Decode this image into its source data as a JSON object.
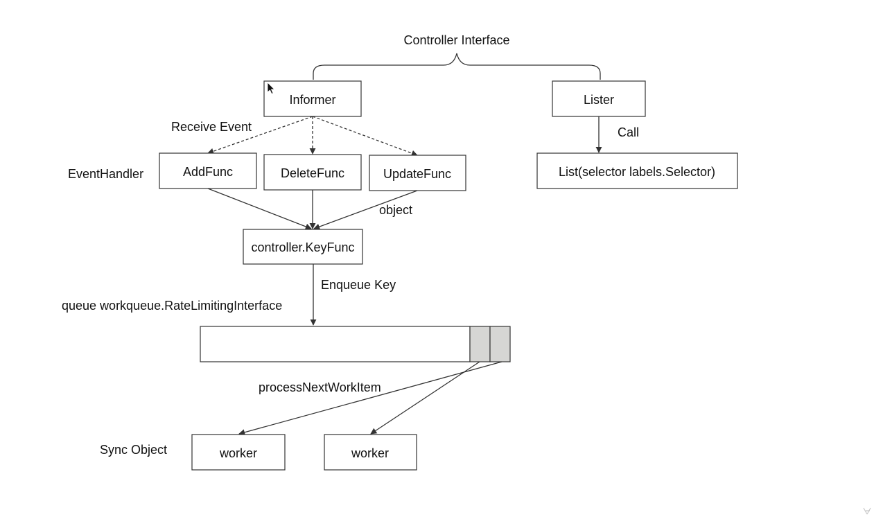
{
  "title": "Controller Interface",
  "nodes": {
    "informer": "Informer",
    "lister": "Lister",
    "add_func": "AddFunc",
    "delete_func": "DeleteFunc",
    "update_func": "UpdateFunc",
    "list_func": "List(selector labels.Selector)",
    "key_func": "controller.KeyFunc",
    "worker_1": "worker",
    "worker_2": "worker"
  },
  "labels": {
    "receive_event": "Receive Event",
    "event_handler": "EventHandler",
    "call": "Call",
    "object": "object",
    "enqueue_key": "Enqueue Key",
    "queue": "queue workqueue.RateLimitingInterface",
    "process_next": "processNextWorkItem",
    "sync_object": "Sync Object"
  },
  "colors": {
    "stroke": "#333333",
    "queue_slot_fill": "#d6d6d4",
    "background": "#ffffff"
  },
  "icons": {
    "cursor": "mouse-pointer-icon",
    "watermark": "watermark-icon"
  }
}
